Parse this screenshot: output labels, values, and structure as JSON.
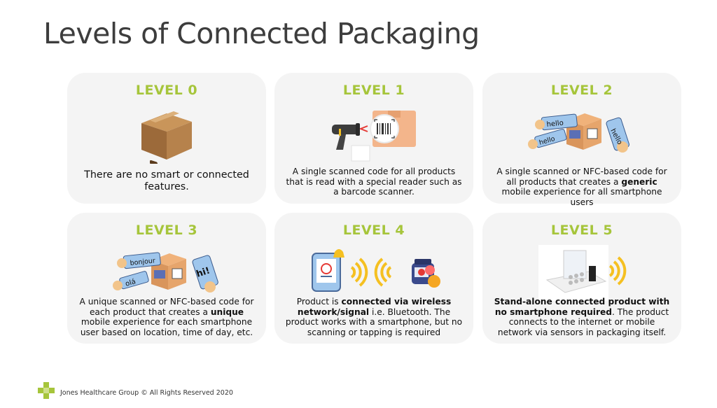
{
  "title": "Levels of Connected Packaging",
  "footer": "Jones Healthcare Group © All Rights Reserved 2020",
  "colors": {
    "accent": "#a6c53b",
    "card_bg": "#f4f4f4",
    "signal": "#f5c021"
  },
  "levels": [
    {
      "label": "LEVEL 0",
      "desc": [
        "There are no smart or connected features."
      ],
      "illustration": "cardboard-box-icon"
    },
    {
      "label": "LEVEL 1",
      "desc": [
        "A single scanned code for all products that is read with a special reader such as a barcode scanner."
      ],
      "illustration": "barcode-scanner-icon"
    },
    {
      "label": "LEVEL 2",
      "desc": [
        "A single scanned or NFC-based code for all products that creates a ",
        "generic",
        " mobile experience for all smartphone users"
      ],
      "illustration": "phones-hello-box-icon",
      "bubbles": [
        "hello",
        "hello",
        "hello"
      ]
    },
    {
      "label": "LEVEL 3",
      "desc": [
        "A unique scanned or NFC-based code for each product that creates a ",
        "unique",
        " mobile experience for each smartphone user based on location, time of day, etc."
      ],
      "illustration": "phones-greetings-box-icon",
      "bubbles": [
        "bonjour",
        "olá",
        "hi!"
      ]
    },
    {
      "label": "LEVEL 4",
      "desc": [
        "Product is ",
        "connected via wireless network/signal",
        " i.e. Bluetooth. The product works with a smartphone, but no scanning or tapping is required"
      ],
      "illustration": "wireless-pill-bottle-icon"
    },
    {
      "label": "LEVEL 5",
      "desc": [
        "",
        "Stand-alone connected product with no smartphone required",
        ". The product connects to the internet or mobile network via sensors in packaging itself."
      ],
      "illustration": "smart-package-icon"
    }
  ]
}
